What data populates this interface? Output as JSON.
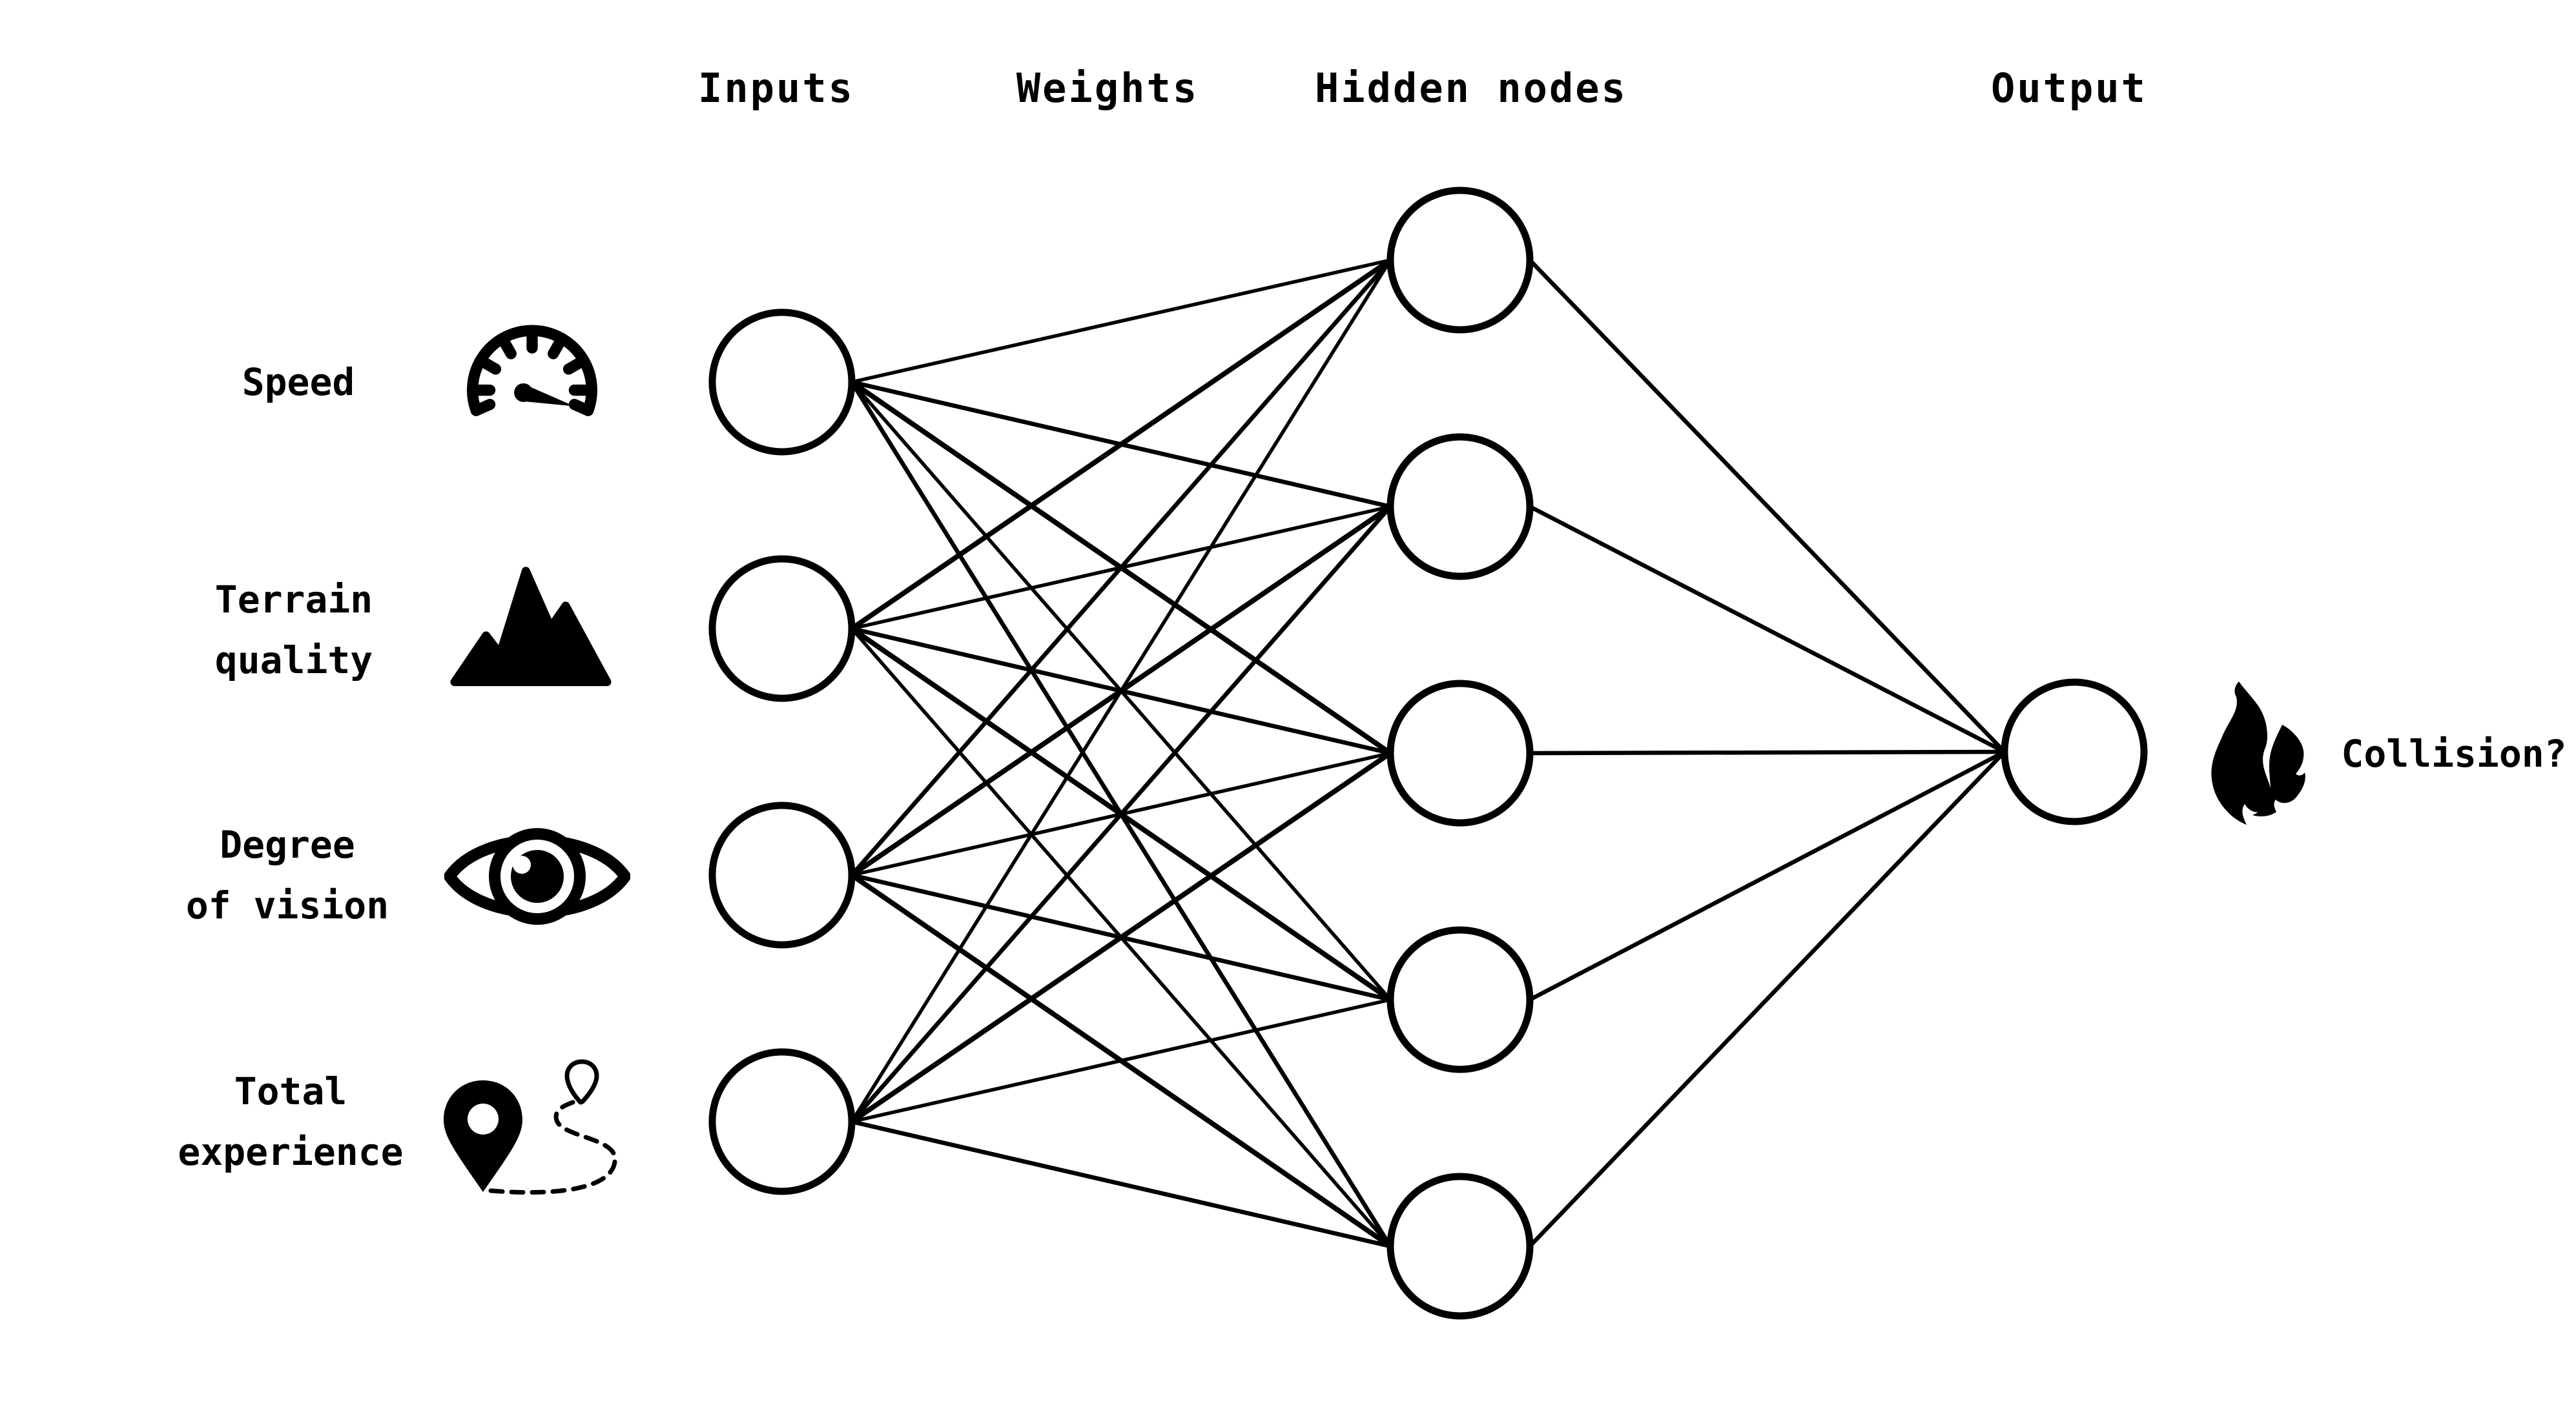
{
  "diagram": {
    "type": "neural-network",
    "connections": "fully-connected"
  },
  "colors": {
    "ink": "#000000",
    "background": "#ffffff"
  },
  "column_headers": {
    "inputs": "Inputs",
    "weights": "Weights",
    "hidden": "Hidden nodes",
    "output": "Output"
  },
  "input_features": [
    {
      "lines": [
        "Speed"
      ],
      "icon": "speedometer-icon"
    },
    {
      "lines": [
        "Terrain",
        "quality"
      ],
      "icon": "mountains-icon"
    },
    {
      "lines": [
        "Degree",
        "of vision"
      ],
      "icon": "eye-icon"
    },
    {
      "lines": [
        "Total",
        "experience"
      ],
      "icon": "map-pin-route-icon"
    }
  ],
  "output": {
    "label": "Collision?",
    "icon": "fire-icon"
  },
  "network": {
    "layers": [
      {
        "name": "inputs",
        "count": 4
      },
      {
        "name": "hidden",
        "count": 5
      },
      {
        "name": "output",
        "count": 1
      }
    ]
  }
}
